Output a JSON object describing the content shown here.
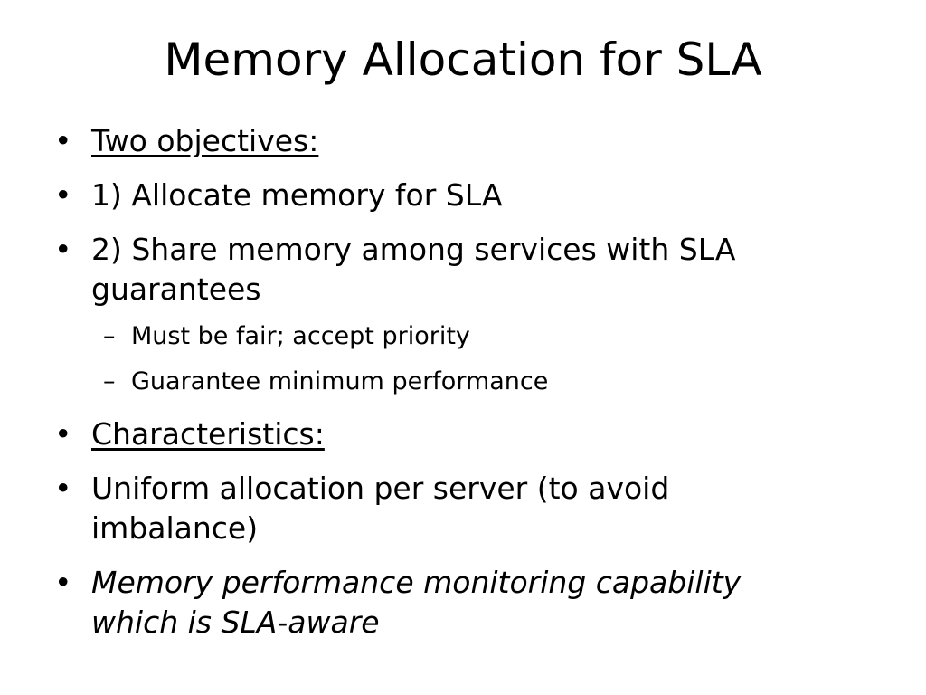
{
  "slide": {
    "title": "Memory Allocation for SLA",
    "bullets": [
      {
        "text": "Two objectives:",
        "style": "underline"
      },
      {
        "text": "1) Allocate memory for SLA"
      },
      {
        "text": "2) Share memory among services with SLA guarantees"
      },
      {
        "text": "Must be fair; accept priority",
        "level": 2
      },
      {
        "text": "Guarantee minimum performance",
        "level": 2
      },
      {
        "text": "Characteristics:",
        "style": "underline"
      },
      {
        "text": "Uniform allocation per server (to avoid imbalance)"
      },
      {
        "text": "Memory performance monitoring capability which is SLA-aware",
        "style": "italic"
      }
    ],
    "bullet_glyph": "•",
    "sub_bullet_glyph": "–"
  }
}
